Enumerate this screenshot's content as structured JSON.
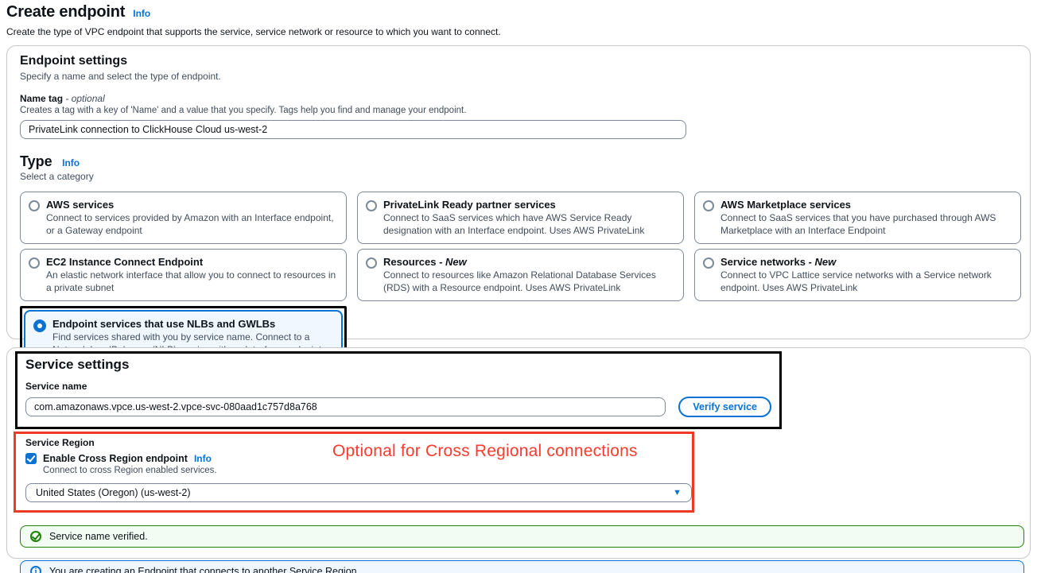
{
  "page": {
    "title": "Create endpoint",
    "info_label": "Info",
    "subtitle": "Create the type of VPC endpoint that supports the service, service network or resource to which you want to connect."
  },
  "endpoint_settings": {
    "heading": "Endpoint settings",
    "description": "Specify a name and select the type of endpoint.",
    "name_tag": {
      "label": "Name tag",
      "optional_label": "- optional",
      "helper": "Creates a tag with a key of 'Name' and a value that you specify. Tags help you find and manage your endpoint.",
      "value": "PrivateLink connection to ClickHouse Cloud us-west-2"
    },
    "type": {
      "heading": "Type",
      "info_label": "Info",
      "subheading": "Select a category",
      "tiles": [
        {
          "title": "AWS services",
          "suffix": "",
          "description": "Connect to services provided by Amazon with an Interface endpoint, or a Gateway endpoint",
          "selected": false
        },
        {
          "title": "PrivateLink Ready partner services",
          "suffix": "",
          "description": "Connect to SaaS services which have AWS Service Ready designation with an Interface endpoint. Uses AWS PrivateLink",
          "selected": false
        },
        {
          "title": "AWS Marketplace services",
          "suffix": "",
          "description": "Connect to SaaS services that you have purchased through AWS Marketplace with an Interface Endpoint",
          "selected": false
        },
        {
          "title": "EC2 Instance Connect Endpoint",
          "suffix": "",
          "description": "An elastic network interface that allow you to connect to resources in a private subnet",
          "selected": false
        },
        {
          "title": "Resources -",
          "suffix": "New",
          "description": "Connect to resources like Amazon Relational Database Services (RDS) with a Resource endpoint. Uses AWS PrivateLink",
          "selected": false
        },
        {
          "title": "Service networks -",
          "suffix": "New",
          "description": "Connect to VPC Lattice service networks with a Service network endpoint. Uses AWS PrivateLink",
          "selected": false
        },
        {
          "title": "Endpoint services that use NLBs and GWLBs",
          "suffix": "",
          "description": "Find services shared with you by service name. Connect to a Network LoadBalancer (NLB) service with an Interface endpoint or to a Gateway LoadBalancer (GWLB) service with a Gateway Load Balancer endpoint",
          "selected": true
        }
      ]
    }
  },
  "service_settings": {
    "heading": "Service settings",
    "service_name": {
      "label": "Service name",
      "value": "com.amazonaws.vpce.us-west-2.vpce-svc-080aad1c757d8a768",
      "verify_button_label": "Verify service"
    },
    "service_region": {
      "label": "Service Region",
      "checkbox_label": "Enable Cross Region endpoint",
      "info_label": "Info",
      "checkbox_checked": true,
      "helper": "Connect to cross Region enabled services.",
      "selected_region": "United States (Oregon) (us-west-2)"
    },
    "banners": {
      "success_message": "Service name verified.",
      "info_message": "You are creating an Endpoint that connects to another Service Region"
    }
  },
  "annotations": {
    "cross_region_note": "Optional for Cross Regional connections",
    "highlight_color_black": "#000000",
    "highlight_color_red": "#ee3a24"
  },
  "colors": {
    "link_blue": "#0972d3",
    "selected_tile_bg": "#f0f7ff",
    "success_green": "#1d8102",
    "annotation_red": "#fb3b2d"
  }
}
